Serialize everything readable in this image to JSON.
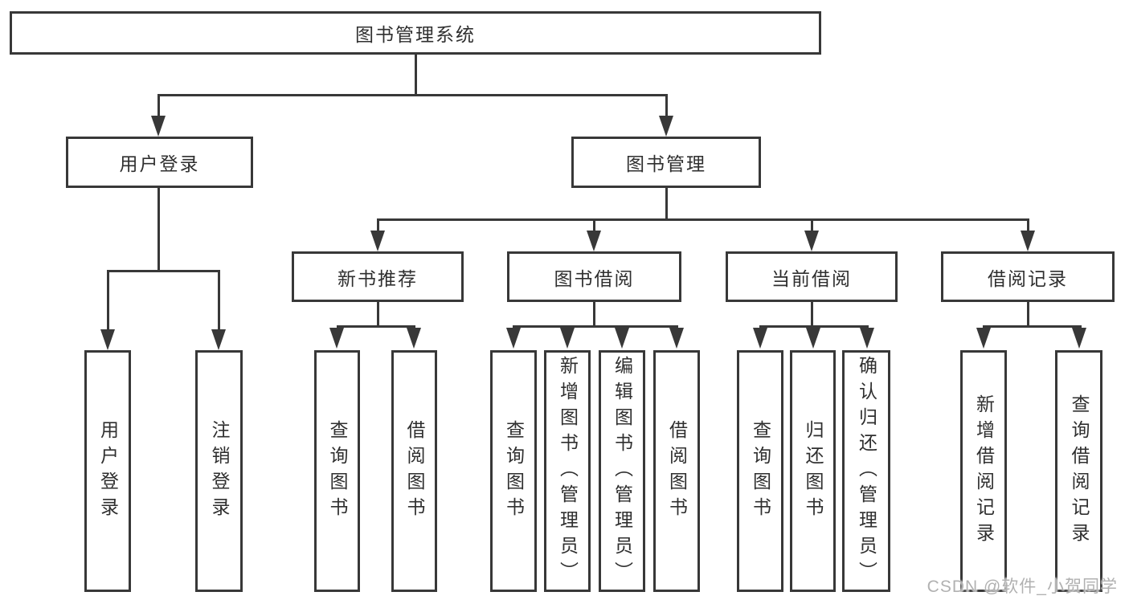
{
  "tree": {
    "label": "图书管理系统",
    "children": [
      {
        "label": "用户登录",
        "children": [
          {
            "label": "用户登录"
          },
          {
            "label": "注销登录"
          }
        ]
      },
      {
        "label": "图书管理",
        "children": [
          {
            "label": "新书推荐",
            "children": [
              {
                "label": "查询图书"
              },
              {
                "label": "借阅图书"
              }
            ]
          },
          {
            "label": "图书借阅",
            "children": [
              {
                "label": "查询图书"
              },
              {
                "label": "新增图书（管理员）"
              },
              {
                "label": "编辑图书（管理员）"
              },
              {
                "label": "借阅图书"
              }
            ]
          },
          {
            "label": "当前借阅",
            "children": [
              {
                "label": "查询图书"
              },
              {
                "label": "归还图书"
              },
              {
                "label": "确认归还（管理员）"
              }
            ]
          },
          {
            "label": "借阅记录",
            "children": [
              {
                "label": "新增借阅记录"
              },
              {
                "label": "查询借阅记录"
              }
            ]
          }
        ]
      }
    ]
  },
  "watermark": "CSDN @软件_小贺同学",
  "colors": {
    "line": "#383838",
    "text": "#2f2f2f",
    "wm": "#b1b1b1",
    "bg": "#ffffff"
  }
}
